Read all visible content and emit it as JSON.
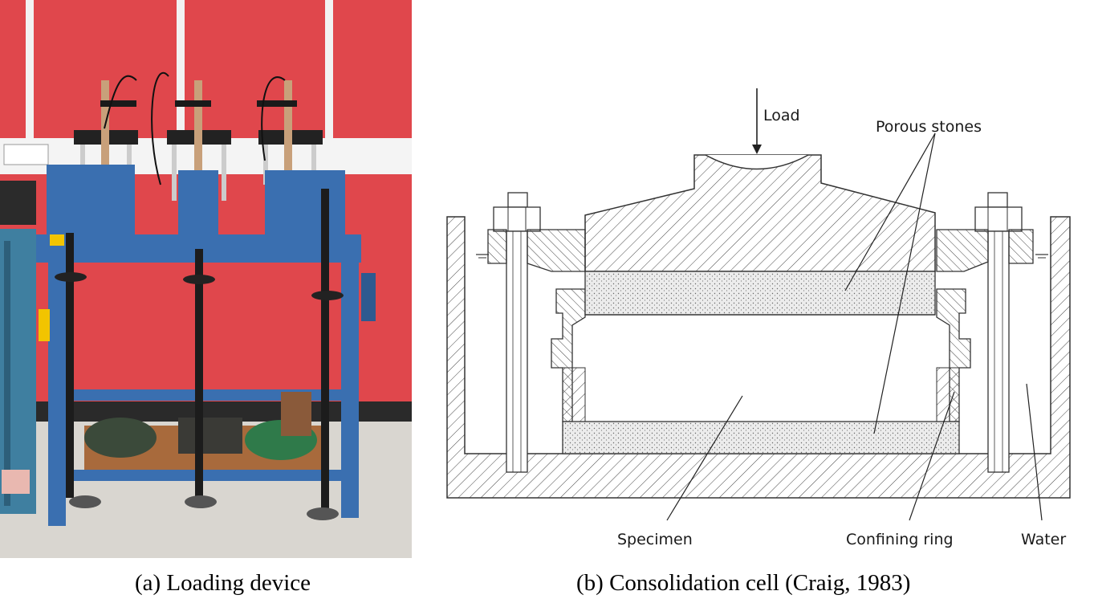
{
  "panel_a": {
    "caption": "(a) Loading device"
  },
  "panel_b": {
    "caption": "(b) Consolidation cell (Craig, 1983)",
    "labels": {
      "load": "Load",
      "porous_stones": "Porous stones",
      "specimen": "Specimen",
      "confining_ring": "Confining ring",
      "water": "Water"
    }
  },
  "colors": {
    "wall_red": "#e0474c",
    "frame_blue": "#3a6fb0",
    "hatch": "#444444",
    "stone_fill": "#e6e6e6"
  }
}
